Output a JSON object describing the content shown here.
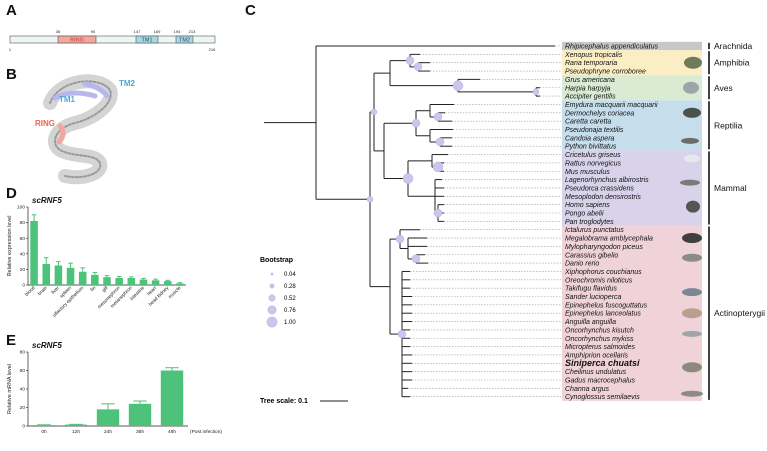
{
  "panels": {
    "A": {
      "letter": "A",
      "positions": [
        "1",
        "36",
        "90",
        "147",
        "169",
        "194",
        "213",
        "216"
      ],
      "domains": [
        {
          "label": "RING",
          "color": "#f2a69e",
          "text_color": "#c0392b"
        },
        {
          "label": "TM1",
          "color": "#a8d7e4",
          "text_color": "#1d4e5e"
        },
        {
          "label": "TM2",
          "color": "#a8d7e4",
          "text_color": "#1d4e5e"
        }
      ]
    },
    "B": {
      "letter": "B",
      "labels": [
        {
          "text": "TM2",
          "color": "#4aa9d6"
        },
        {
          "text": "TM1",
          "color": "#4aa9d6"
        },
        {
          "text": "RING",
          "color": "#e8674f"
        }
      ]
    },
    "C": {
      "letter": "C",
      "bootstrap_title": "Bootstrap",
      "bootstrap_values": [
        "0.04",
        "0.28",
        "0.52",
        "0.76",
        "1.00"
      ],
      "tree_scale_label": "Tree scale: 0.1",
      "groups": [
        {
          "name": "Arachnida",
          "color": "#c8c8c8",
          "species": [
            "Rhipicephalus appendiculatus"
          ]
        },
        {
          "name": "Amphibia",
          "color": "#fbeec4",
          "species": [
            "Xenopus tropicalis",
            "Rana temporaria",
            "Pseudophryne corroboree"
          ]
        },
        {
          "name": "Aves",
          "color": "#d9ebd3",
          "species": [
            "Grus americana",
            "Harpia harpyja",
            "Accipiter gentilis"
          ]
        },
        {
          "name": "Reptilia",
          "color": "#c6deec",
          "species": [
            "Emydura macquarii macquarii",
            "Dermochelys coriacea",
            "Caretta caretta",
            "Pseudonaja textilis",
            "Candoia aspera",
            "Python bivittatus"
          ]
        },
        {
          "name": "Mammal",
          "color": "#d8d3ea",
          "species": [
            "Cricetulus griseus",
            "Rattus norvegicus",
            "Mus musculus",
            "Lagenorhynchus albirostris",
            "Pseudorca crassidens",
            "Mesoplodon densirostris",
            "Homo sapiens",
            "Pongo abelii",
            "Pan troglodytes"
          ]
        },
        {
          "name": "Actinopterygii",
          "color": "#f0d3d9",
          "species": [
            "Ictalurus punctatus",
            "Megalobrama amblycephala",
            "Mylopharyngodon piceus",
            "Carassius gibelio",
            "Danio rerio",
            "Xiphophorus couchianus",
            "Oreochromis niloticus",
            "Takifugu flavidus",
            "Sander lucioperca",
            "Epinephelus fuscoguttatus",
            "Epinephelus lanceolatus",
            "Anguilla anguilla",
            "Oncorhynchus kisutch",
            "Oncorhynchus mykiss",
            "Micropterus salmoides",
            "Amphiprion ocellaris",
            "Siniperca chuatsi",
            "Cheilinus undulatus",
            "Gadus macrocephalus",
            "Channa argus",
            "Cynoglossus semilaevis"
          ]
        }
      ],
      "highlight_species": "Siniperca chuatsi"
    },
    "D": {
      "letter": "D"
    },
    "E": {
      "letter": "E"
    }
  },
  "chart_data": [
    {
      "type": "bar",
      "panel": "D",
      "title": "scRNF5",
      "ylabel": "Relative expression level",
      "xlabel": "",
      "categories": [
        "blood",
        "brain",
        "liver",
        "spleen",
        "olfactory epithelium",
        "fin",
        "gill",
        "mesonephron",
        "metanephron",
        "intestine",
        "heart",
        "head kidney",
        "muscle"
      ],
      "values": [
        82,
        27,
        25,
        22,
        17,
        13,
        10,
        9,
        9,
        7,
        6,
        5,
        2
      ],
      "errors": [
        8,
        8,
        5,
        6,
        5,
        3,
        2,
        2,
        1.5,
        1.5,
        1.5,
        1,
        1
      ],
      "yticks": [
        0,
        20,
        40,
        60,
        80,
        100
      ],
      "ylim": [
        0,
        100
      ],
      "color": "#4cc27a"
    },
    {
      "type": "bar",
      "panel": "E",
      "title": "scRNF5",
      "ylabel": "Relative mRNA level",
      "xlabel": "(Post infection)",
      "categories": [
        "0h",
        "12h",
        "24h",
        "36h",
        "48h"
      ],
      "values": [
        1,
        1.5,
        18,
        24,
        60
      ],
      "errors": [
        0.3,
        0.3,
        6,
        3,
        3
      ],
      "yticks": [
        0,
        20,
        40,
        60,
        80
      ],
      "ylim": [
        0,
        80
      ],
      "color": "#4cc27a"
    }
  ]
}
